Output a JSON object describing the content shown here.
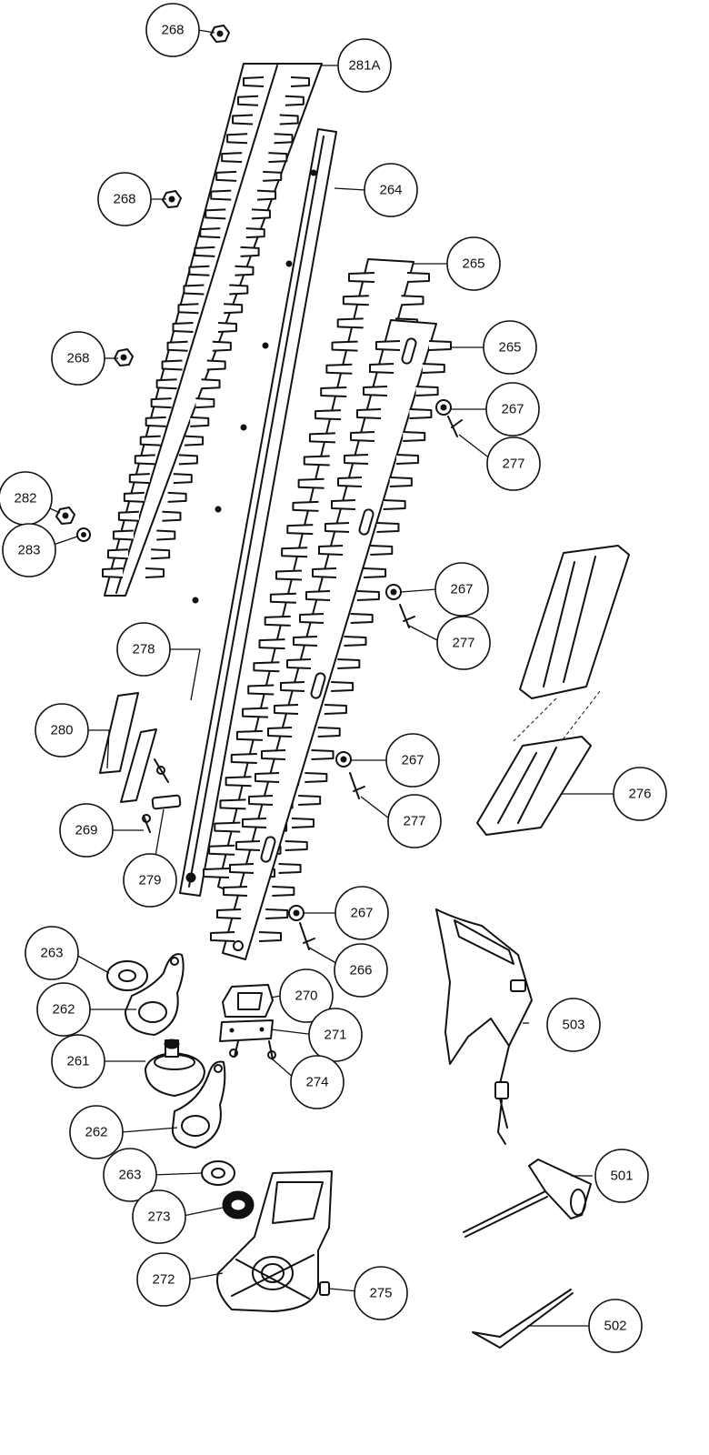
{
  "diagram": {
    "callouts": [
      {
        "id": "c268a",
        "label": "268"
      },
      {
        "id": "c281a",
        "label": "281A"
      },
      {
        "id": "c268b",
        "label": "268"
      },
      {
        "id": "c264",
        "label": "264"
      },
      {
        "id": "c265a",
        "label": "265"
      },
      {
        "id": "c268c",
        "label": "268"
      },
      {
        "id": "c265b",
        "label": "265"
      },
      {
        "id": "c267a",
        "label": "267"
      },
      {
        "id": "c277a",
        "label": "277"
      },
      {
        "id": "c282",
        "label": "282"
      },
      {
        "id": "c283",
        "label": "283"
      },
      {
        "id": "c267b",
        "label": "267"
      },
      {
        "id": "c277b",
        "label": "277"
      },
      {
        "id": "c278",
        "label": "278"
      },
      {
        "id": "c280",
        "label": "280"
      },
      {
        "id": "c267c",
        "label": "267"
      },
      {
        "id": "c276",
        "label": "276"
      },
      {
        "id": "c269",
        "label": "269"
      },
      {
        "id": "c277c",
        "label": "277"
      },
      {
        "id": "c279",
        "label": "279"
      },
      {
        "id": "c267d",
        "label": "267"
      },
      {
        "id": "c263a",
        "label": "263"
      },
      {
        "id": "c266",
        "label": "266"
      },
      {
        "id": "c270",
        "label": "270"
      },
      {
        "id": "c262a",
        "label": "262"
      },
      {
        "id": "c503",
        "label": "503"
      },
      {
        "id": "c271",
        "label": "271"
      },
      {
        "id": "c261",
        "label": "261"
      },
      {
        "id": "c274",
        "label": "274"
      },
      {
        "id": "c262b",
        "label": "262"
      },
      {
        "id": "c263b",
        "label": "263"
      },
      {
        "id": "c501",
        "label": "501"
      },
      {
        "id": "c273",
        "label": "273"
      },
      {
        "id": "c272",
        "label": "272"
      },
      {
        "id": "c275",
        "label": "275"
      },
      {
        "id": "c502",
        "label": "502"
      }
    ]
  }
}
